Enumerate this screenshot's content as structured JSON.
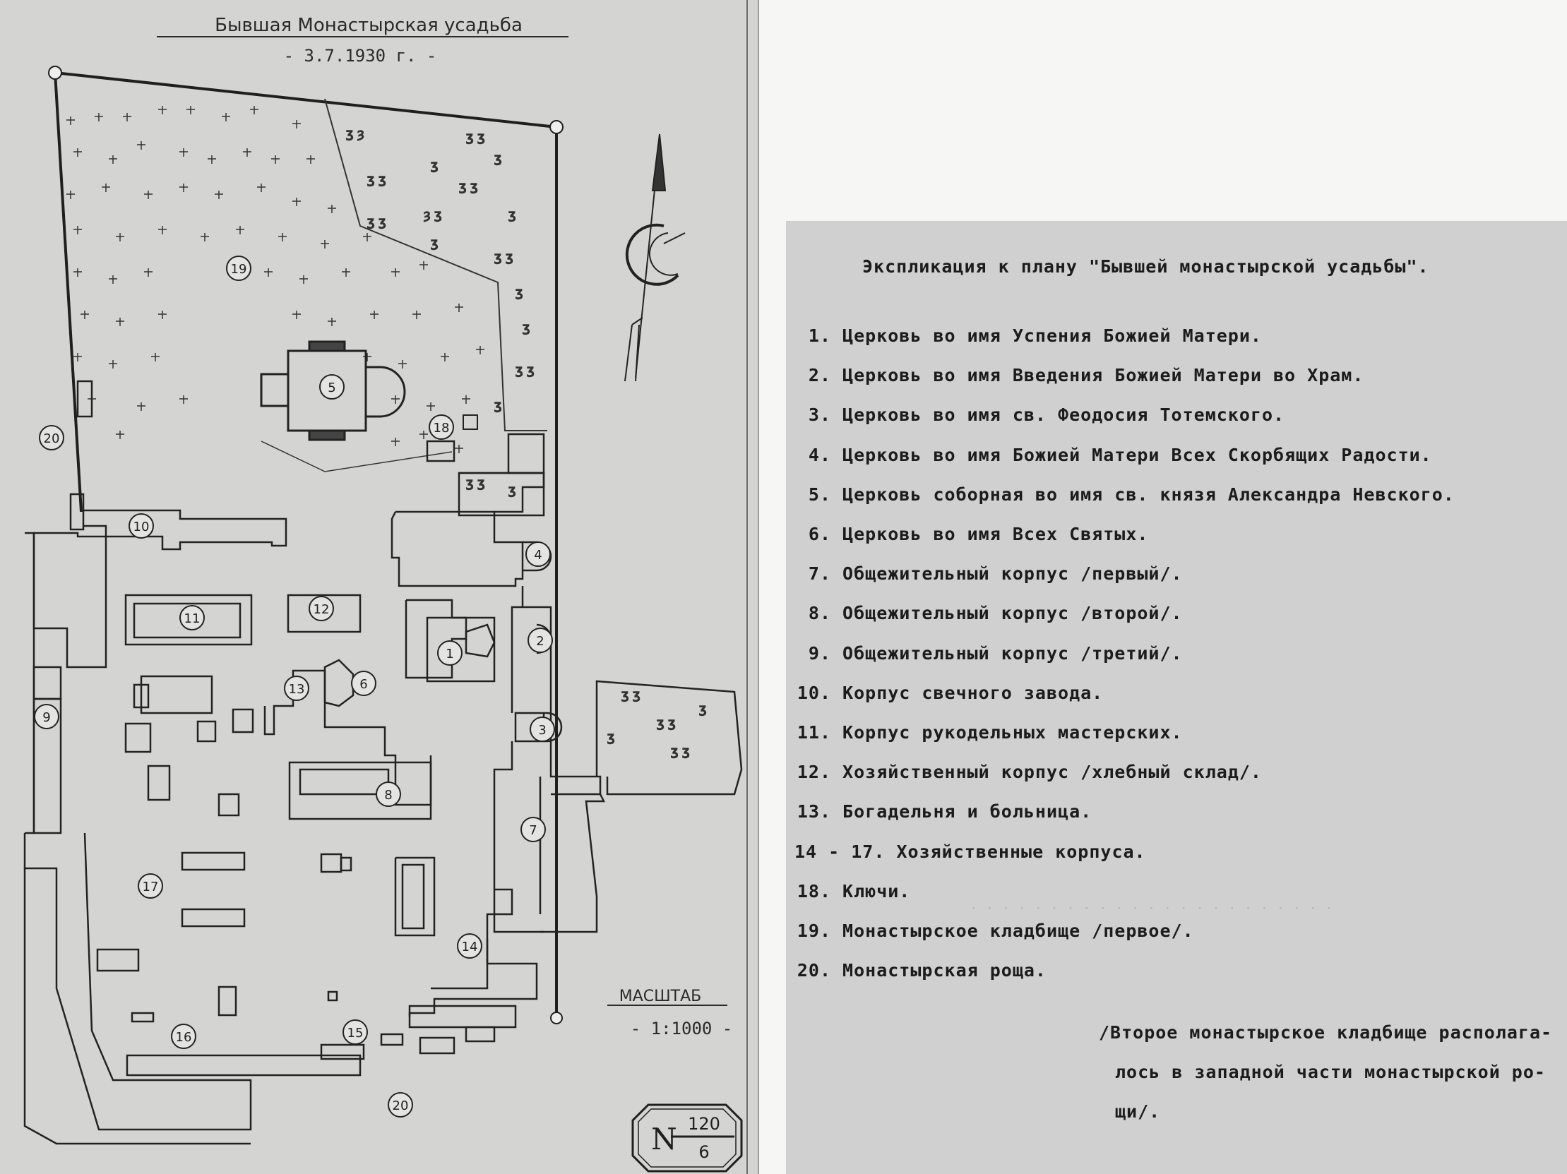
{
  "plan": {
    "title": "Бывшая Монастырская усадьба",
    "date": "- 3.7.1930 г. -",
    "scale_label": "МАСШТАБ",
    "scale_value": "- 1:1000 -",
    "stamp_top": "120",
    "stamp_bottom": "6",
    "stamp_letter": "N",
    "markers": [
      "19",
      "5",
      "18",
      "20",
      "10",
      "4",
      "11",
      "12",
      "1",
      "2",
      "13",
      "6",
      "9",
      "3",
      "8",
      "7",
      "17",
      "14",
      "16",
      "15",
      "20"
    ]
  },
  "explication": {
    "title": "Экспликация к плану \"Бывшей монастырской усадьбы\".",
    "items": [
      {
        "num": "1.",
        "text": "Церковь во имя Успения Божией Матери."
      },
      {
        "num": "2.",
        "text": "Церковь во имя Введения Божией Матери во Храм."
      },
      {
        "num": "3.",
        "text": "Церковь во имя св. Феодосия Тотемского."
      },
      {
        "num": "4.",
        "text": "Церковь во имя Божией Матери Всех Скорбящих Радости."
      },
      {
        "num": "5.",
        "text": "Церковь соборная во имя св. князя Александра Невского."
      },
      {
        "num": "6.",
        "text": "Церковь во имя Всех Святых."
      },
      {
        "num": "7.",
        "text": "Общежительный корпус /первый/."
      },
      {
        "num": "8.",
        "text": "Общежительный корпус /второй/."
      },
      {
        "num": "9.",
        "text": "Общежительный корпус /третий/."
      },
      {
        "num": "10.",
        "text": "Корпус свечного завода."
      },
      {
        "num": "11.",
        "text": "Корпус рукодельных мастерских."
      },
      {
        "num": "12.",
        "text": "Хозяйственный корпус /хлебный склад/."
      },
      {
        "num": "13.",
        "text": "Богадельня и больница."
      },
      {
        "num": "14 - 17.",
        "text": "Хозяйственные корпуса."
      },
      {
        "num": "18.",
        "text": "Ключи."
      },
      {
        "num": "19.",
        "text": "Монастырское кладбище /первое/."
      },
      {
        "num": "20.",
        "text": "Монастырская роща."
      }
    ],
    "note": [
      "/Второе монастырское кладбище располага-",
      "лось в западной части монастырской ро-",
      "щи/."
    ]
  }
}
